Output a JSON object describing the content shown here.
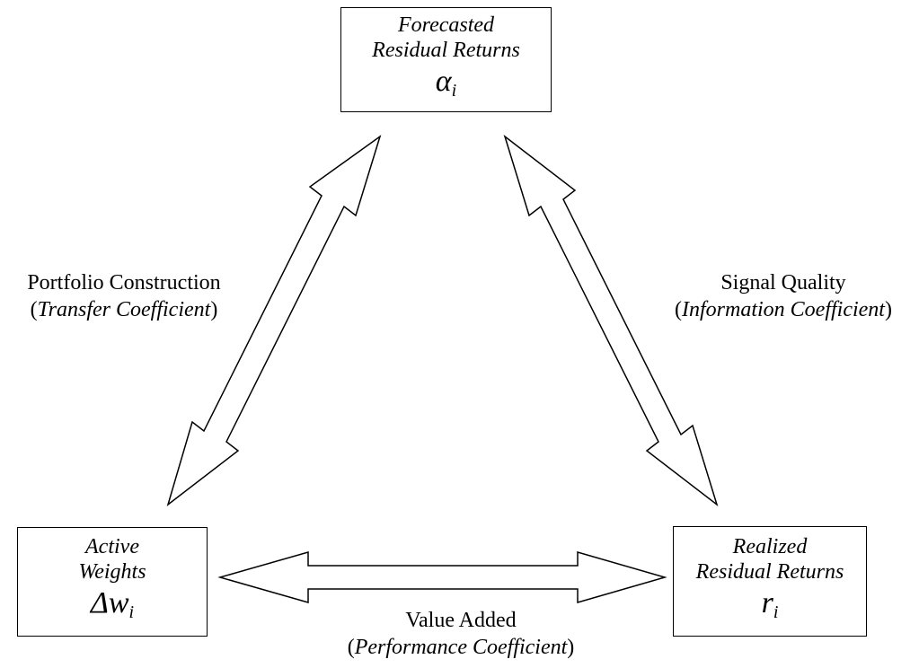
{
  "nodes": {
    "top": {
      "line1": "Forecasted",
      "line2": "Residual Returns",
      "symbol": "α",
      "subscript": "i"
    },
    "left": {
      "line1": "Active",
      "line2": "Weights",
      "symbol_prefix": "Δ",
      "symbol": "w",
      "subscript": "i"
    },
    "right": {
      "line1": "Realized",
      "line2": "Residual Returns",
      "symbol": "r",
      "subscript": "i"
    }
  },
  "edges": {
    "left": {
      "title": "Portfolio Construction",
      "coefficient": "Transfer Coefficient"
    },
    "right": {
      "title": "Signal Quality",
      "coefficient": "Information Coefficient"
    },
    "bottom": {
      "title": "Value Added",
      "coefficient": "Performance Coefficient"
    }
  },
  "open_paren": "(",
  "close_paren": ")"
}
